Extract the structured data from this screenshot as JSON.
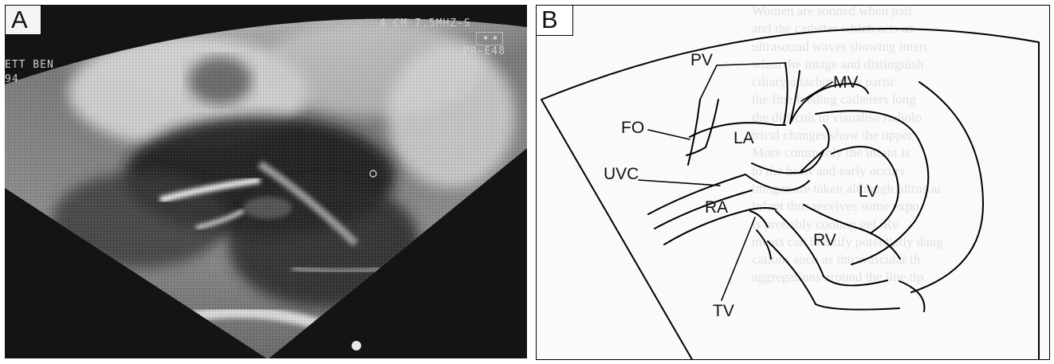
{
  "panel_a": {
    "label": "A",
    "overlay": {
      "probe_text": "4 CM 7.5MHZ-S",
      "preset_text": "PR-E48",
      "box_text": "▪ ▪",
      "id_line1": "ETT BEN",
      "id_line2": "94"
    }
  },
  "panel_b": {
    "label": "B",
    "labels": {
      "pv": "PV",
      "mv": "MV",
      "fo": "FO",
      "la": "LA",
      "uvc": "UVC",
      "lv": "LV",
      "ra": "RA",
      "rv": "RV",
      "tv": "TV"
    },
    "show_through_text": [
      "Women are sonned when pati",
      "and the catheter which acts as",
      "ultrasound waves showing interc",
      "when the image and distinguish",
      "ciliary attachment is partic",
      "the fine feeding catheters long",
      "the difficult to visualise radiolo",
      "trical changes show the upper",
      "More commonly the infant is",
      "to the heart and early occurs",
      "images are taken although ultrasou",
      "infant thus receives some expo",
      "is probably cooling gel. Re",
      "ments can identify potentially dang",
      "cations such as intravascular th",
      "aggregations around the line tip"
    ]
  },
  "colors": {
    "scan_background": "#141414",
    "line_color": "#000000",
    "page_background": "#ffffff"
  }
}
